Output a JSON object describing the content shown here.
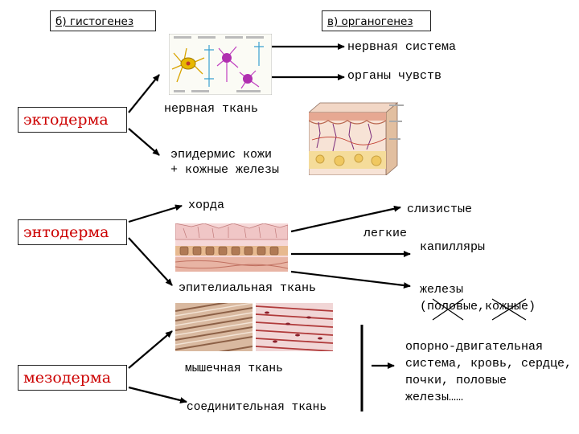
{
  "headers": {
    "histogenesis": "б) гистогенез",
    "organogenesis": "в) органогенез"
  },
  "germ_layers": {
    "ectoderm": "эктодерма",
    "endoderm": "энтодерма",
    "mesoderm": "мезодерма"
  },
  "tissues": {
    "nervous_tissue": "нервная ткань",
    "epidermis_line1": "эпидермис кожи",
    "epidermis_line2": "+ кожные железы",
    "notochord": "хорда",
    "epithelial_tissue": "эпителиальная ткань",
    "muscle_tissue": "мышечная ткань",
    "connective_tissue": "соединительная ткань"
  },
  "organs": {
    "nervous_system": "нервная система",
    "sense_organs": "органы чувств",
    "mucous": "слизистые",
    "lungs": "легкие",
    "capillaries": "капилляры",
    "glands_line1": "железы",
    "glands_line2": "(половые,кожные)",
    "musculoskeletal_line1": "опорно-двигательная",
    "musculoskeletal_line2": "система, кровь, сердце,",
    "musculoskeletal_line3": "почки, половые",
    "musculoskeletal_line4": "железы……"
  },
  "colors": {
    "germ_text": "#cc0000",
    "arrow": "#000000"
  }
}
